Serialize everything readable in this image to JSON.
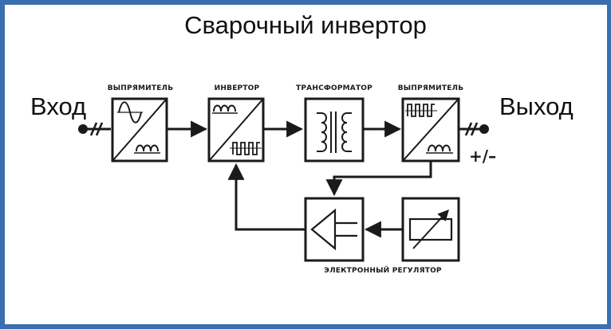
{
  "title": "Сварочный инвертор",
  "input_label": "Вход",
  "output_label": "Выход",
  "polarity": "+/–",
  "blocks": {
    "rectifier_in": "ВЫПРЯМИТЕЛЬ",
    "inverter": "ИНВЕРТОР",
    "transformer": "ТРАНСФОРМАТОР",
    "rectifier_out": "ВЫПРЯМИТЕЛЬ",
    "regulator": "ЭЛЕКТРОННЫЙ РЕГУЛЯТОР"
  },
  "colors": {
    "frame": "#3a6fb0",
    "line": "#1a1a1a"
  }
}
